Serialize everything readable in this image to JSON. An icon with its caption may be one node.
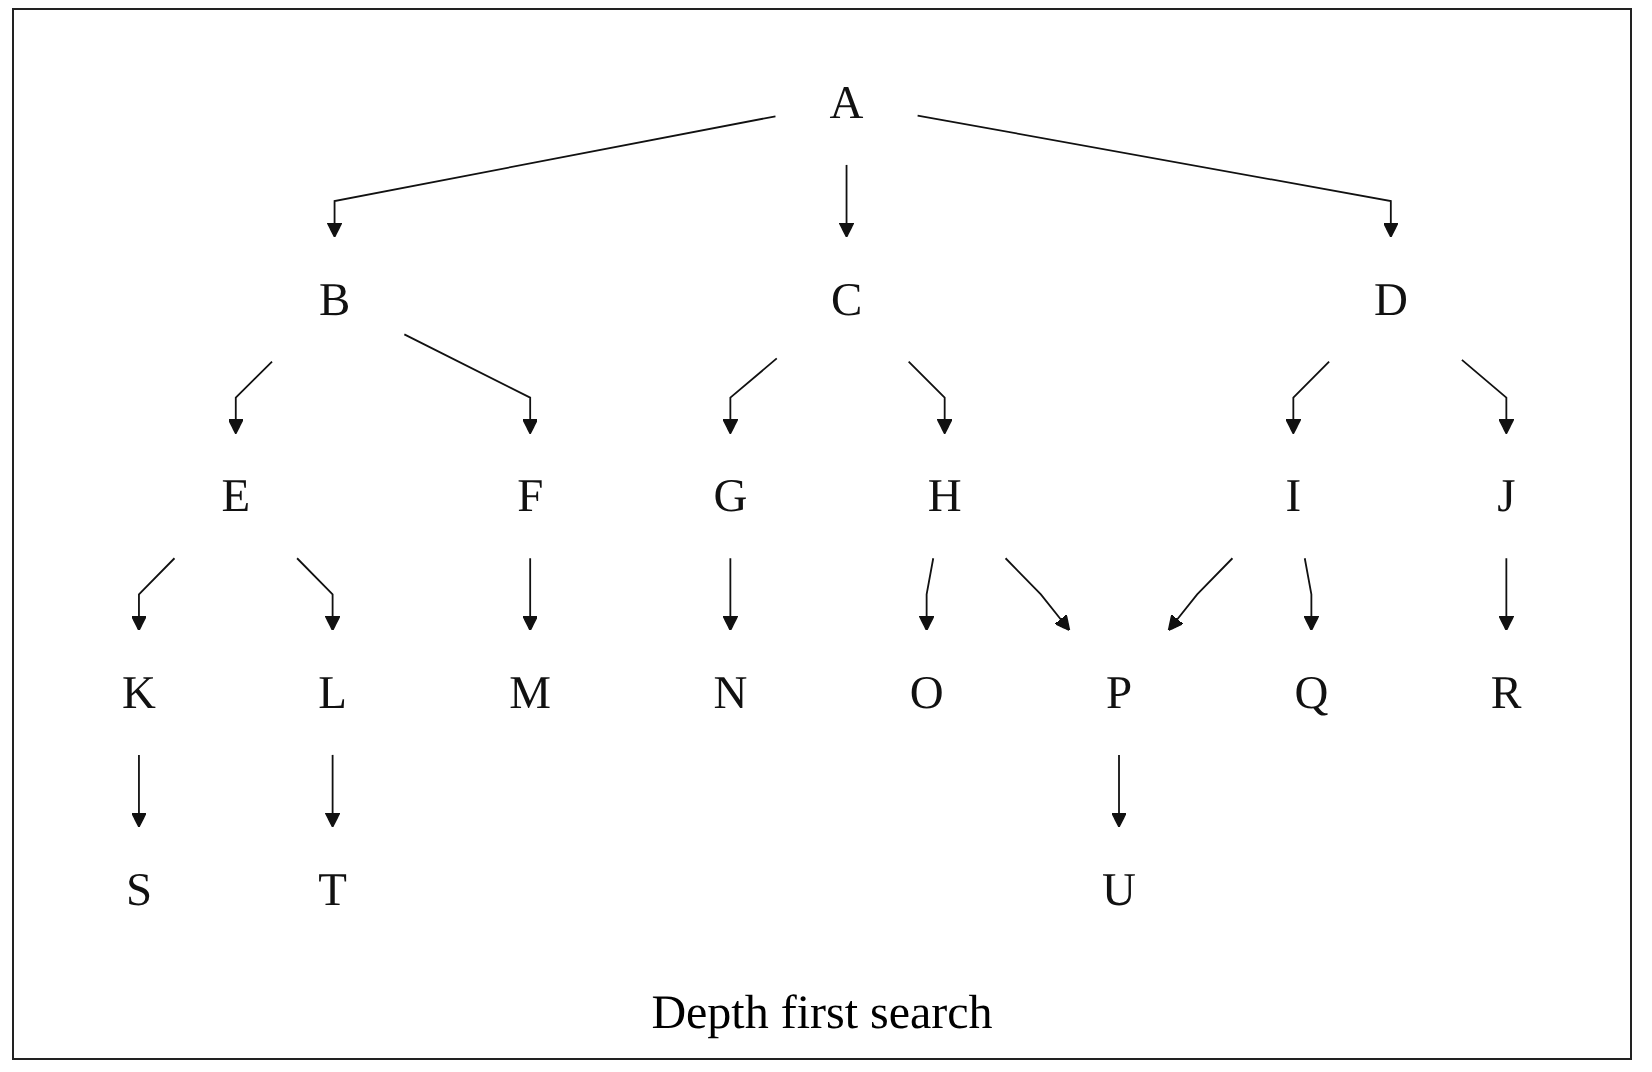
{
  "diagram": {
    "caption": "Depth first search",
    "nodes": [
      {
        "text": [
          "A"
        ]
      },
      {
        "text": [
          "B"
        ]
      },
      {
        "text": [
          "C"
        ]
      },
      {
        "text": [
          "D"
        ]
      },
      {
        "text": [
          "E"
        ]
      },
      {
        "text": [
          "F"
        ]
      },
      {
        "text": [
          "G"
        ]
      },
      {
        "text": [
          "H"
        ]
      },
      {
        "text": [
          "I"
        ]
      },
      {
        "text": [
          "J"
        ]
      },
      {
        "text": [
          "K"
        ]
      },
      {
        "text": [
          "L"
        ]
      },
      {
        "text": [
          "M"
        ]
      },
      {
        "text": [
          "N"
        ]
      },
      {
        "text": [
          "O"
        ]
      },
      {
        "text": [
          "P"
        ]
      },
      {
        "text": [
          "Q"
        ]
      },
      {
        "text": [
          "R"
        ]
      },
      {
        "text": [
          "S"
        ]
      },
      {
        "text": [
          "T"
        ]
      },
      {
        "text": [
          "U"
        ]
      }
    ],
    "edges": [
      {
        "from": 0,
        "to": 1,
        "arrow": "to"
      },
      {
        "from": 0,
        "to": 2,
        "arrow": "to"
      },
      {
        "from": 0,
        "to": 3,
        "arrow": "to"
      },
      {
        "from": 1,
        "to": 4,
        "arrow": "to"
      },
      {
        "from": 1,
        "to": 5,
        "arrow": "to"
      },
      {
        "from": 2,
        "to": 6,
        "arrow": "to"
      },
      {
        "from": 2,
        "to": 7,
        "arrow": "to"
      },
      {
        "from": 3,
        "to": 8,
        "arrow": "to"
      },
      {
        "from": 3,
        "to": 9,
        "arrow": "to"
      },
      {
        "from": 4,
        "to": 10,
        "arrow": "to"
      },
      {
        "from": 4,
        "to": 11,
        "arrow": "to"
      },
      {
        "from": 5,
        "to": 12,
        "arrow": "to"
      },
      {
        "from": 6,
        "to": 13,
        "arrow": "to"
      },
      {
        "from": 7,
        "to": 14,
        "arrow": "to"
      },
      {
        "from": 7,
        "to": 15,
        "arrow": "to"
      },
      {
        "from": 8,
        "to": 15,
        "arrow": "to"
      },
      {
        "from": 8,
        "to": 16,
        "arrow": "to"
      },
      {
        "from": 9,
        "to": 17,
        "arrow": "to"
      },
      {
        "from": 10,
        "to": 18,
        "arrow": "to"
      },
      {
        "from": 11,
        "to": 19,
        "arrow": "to"
      },
      {
        "from": 15,
        "to": 20,
        "arrow": "to"
      }
    ]
  }
}
